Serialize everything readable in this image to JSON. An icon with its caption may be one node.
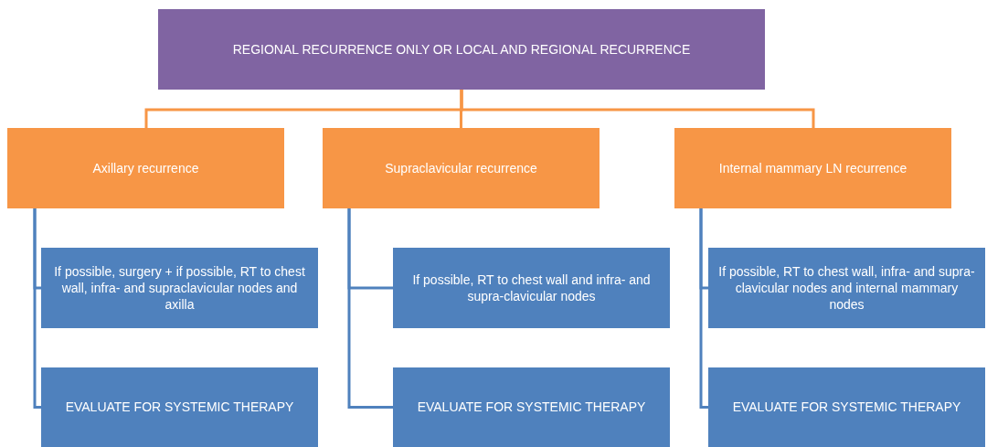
{
  "diagram": {
    "nodes": [
      {
        "text": [
          "REGIONAL RECURRENCE ONLY OR LOCAL AND REGIONAL RECURRENCE"
        ]
      },
      {
        "text": [
          "Axillary recurrence"
        ]
      },
      {
        "text": [
          "Supraclavicular recurrence"
        ]
      },
      {
        "text": [
          "Internal mammary LN recurrence"
        ]
      },
      {
        "text": [
          "If possible, surgery + if possible, RT to chest wall, infra- and supraclavicular nodes and axilla"
        ]
      },
      {
        "text": [
          "If possible, RT to chest wall and infra- and supra-clavicular nodes"
        ]
      },
      {
        "text": [
          "If possible, RT to chest wall, infra- and supra-clavicular nodes and internal mammary nodes"
        ]
      },
      {
        "text": [
          "EVALUATE FOR SYSTEMIC THERAPY"
        ]
      },
      {
        "text": [
          "EVALUATE FOR SYSTEMIC THERAPY"
        ]
      },
      {
        "text": [
          "EVALUATE FOR SYSTEMIC THERAPY"
        ]
      }
    ],
    "edges": [
      {
        "from": 0,
        "to": 1,
        "arrow": "none",
        "color": "#f79646"
      },
      {
        "from": 0,
        "to": 2,
        "arrow": "none",
        "color": "#f79646"
      },
      {
        "from": 0,
        "to": 3,
        "arrow": "none",
        "color": "#f79646"
      },
      {
        "from": 1,
        "to": 4,
        "arrow": "none"
      },
      {
        "from": 1,
        "to": 7,
        "arrow": "none"
      },
      {
        "from": 2,
        "to": 5,
        "arrow": "none"
      },
      {
        "from": 2,
        "to": 8,
        "arrow": "none"
      },
      {
        "from": 3,
        "to": 6,
        "arrow": "none"
      },
      {
        "from": 3,
        "to": 9,
        "arrow": "none"
      }
    ]
  }
}
